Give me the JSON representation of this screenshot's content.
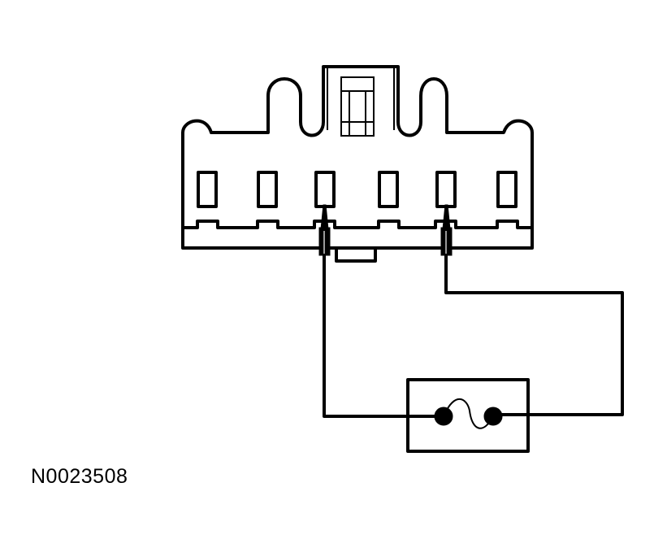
{
  "figure": {
    "id_label": "N0023508"
  },
  "colors": {
    "line": "#000000",
    "background": "#ffffff"
  },
  "connector": {
    "terminal_cavities": 6,
    "probed_cavities": [
      3,
      5
    ]
  },
  "test_device": {
    "icon": "fuse-icon"
  }
}
